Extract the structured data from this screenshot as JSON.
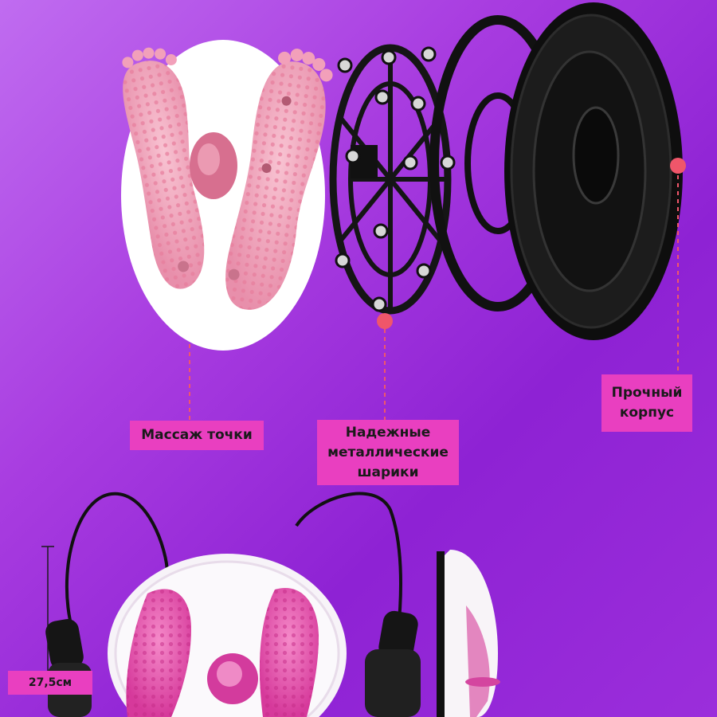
{
  "labels": {
    "massage_points": "Массаж точки",
    "metal_balls": "Надежные\nметаллические\nшарики",
    "sturdy_body": "Прочный\nкорпус",
    "height": "27,5см"
  },
  "colors": {
    "background": "#a83ce0",
    "label_bg": "#e93fc0",
    "accent_dot": "#f0566a",
    "pink_pad": "#f2a0ba"
  }
}
